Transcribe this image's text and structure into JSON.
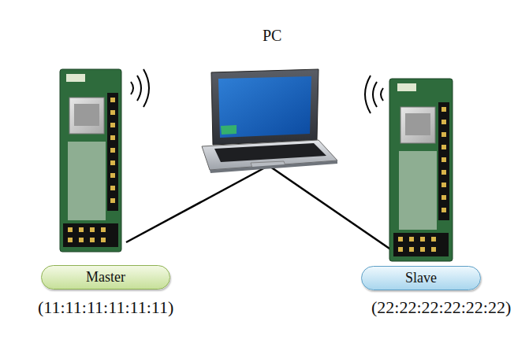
{
  "diagram": {
    "nodes": [
      {
        "text": [
          "Master",
          "(11:11:11:11:11:11)"
        ]
      },
      {
        "text": [
          "Slave",
          "(22:22:22:22:22:22)"
        ]
      }
    ],
    "labels": [
      "PC"
    ]
  }
}
